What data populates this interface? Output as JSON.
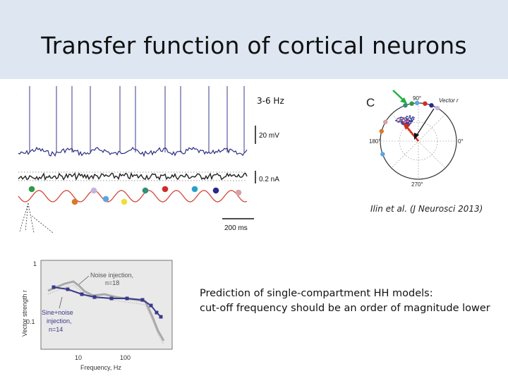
{
  "slide": {
    "title": "Transfer function of cortical neurons",
    "frequency_label": "3-6 Hz",
    "citation": "Ilin et al. (J Neurosci 2013)",
    "prediction_line1": "Prediction of single-compartment HH models:",
    "prediction_line2": "cut-off frequency should be an order of magnitude lower"
  },
  "trace_figure": {
    "scale_voltage": "20 mV",
    "scale_current": "0.2 nA",
    "scale_time": "200 ms"
  },
  "polar_figure": {
    "panel_letter": "C",
    "angle_90": "90°",
    "angle_0": "0°",
    "angle_180": "180°",
    "angle_270": "270°",
    "vector_label": "Vector r"
  },
  "strength_plot": {
    "ylabel": "Vector strength  r",
    "xlabel": "Frequency, Hz",
    "ytick_top": "1",
    "ytick_bottom": "0.1",
    "xtick_10": "10",
    "xtick_100": "100",
    "noise_label_line1": "Noise injection,",
    "noise_label_line2": "n=18",
    "sine_label_line1": "Sine+noise",
    "sine_label_line2": "injection,",
    "sine_label_line3": "n=14"
  }
}
